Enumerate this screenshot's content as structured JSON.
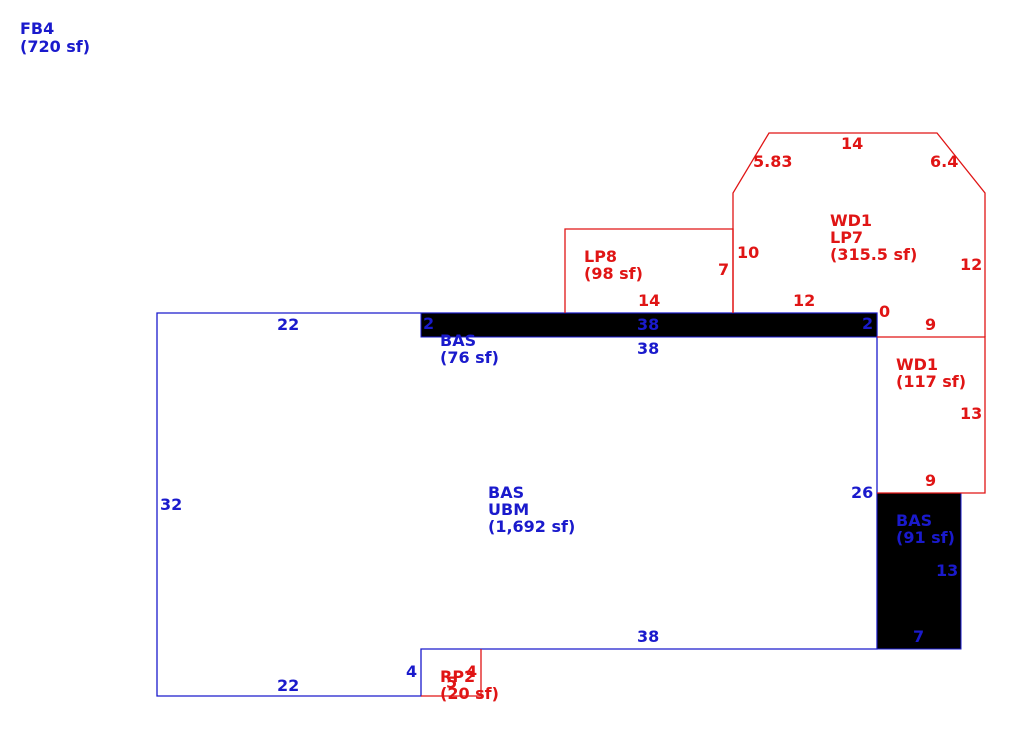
{
  "colors": {
    "blue": "#1a1acc",
    "red": "#e01515"
  },
  "legend": {
    "code": "FB4",
    "area": "(720 sf)"
  },
  "areas": {
    "main": {
      "line1": "BAS",
      "line2": "UBM",
      "area": "(1,692 sf)"
    },
    "bas_strip": {
      "code": "BAS",
      "area": "(76 sf)"
    },
    "bas_small": {
      "code": "BAS",
      "area": "(91 sf)"
    },
    "lp8": {
      "code": "LP8",
      "area": "(98 sf)"
    },
    "wd1_lp7": {
      "line1": "WD1",
      "line2": "LP7",
      "area": "(315.5 sf)"
    },
    "wd1": {
      "code": "WD1",
      "area": "(117 sf)"
    },
    "rp2": {
      "code": "RP2",
      "area": "(20 sf)"
    }
  },
  "dimensions": {
    "main_top_left": "22",
    "main_left": "32",
    "main_bottom_left": "22",
    "main_notch": "4",
    "main_bottom_right": "38",
    "main_right": "26",
    "strip_left": "2",
    "strip_top": "38",
    "strip_bottom": "38",
    "strip_right": "2",
    "bas_small_right": "13",
    "bas_small_bottom": "7",
    "lp8_bottom": "14",
    "lp8_right": "7",
    "wd1lp7_top": "14",
    "wd1lp7_upper_left": "5.83",
    "wd1lp7_upper_right": "6.4",
    "wd1lp7_left": "10",
    "wd1lp7_right": "12",
    "wd1lp7_bottom": "12",
    "wd1lp7_corner": "0",
    "wd1_top": "9",
    "wd1_right": "13",
    "wd1_bottom": "9",
    "rp2_width": "4",
    "rp2_height": "5"
  }
}
